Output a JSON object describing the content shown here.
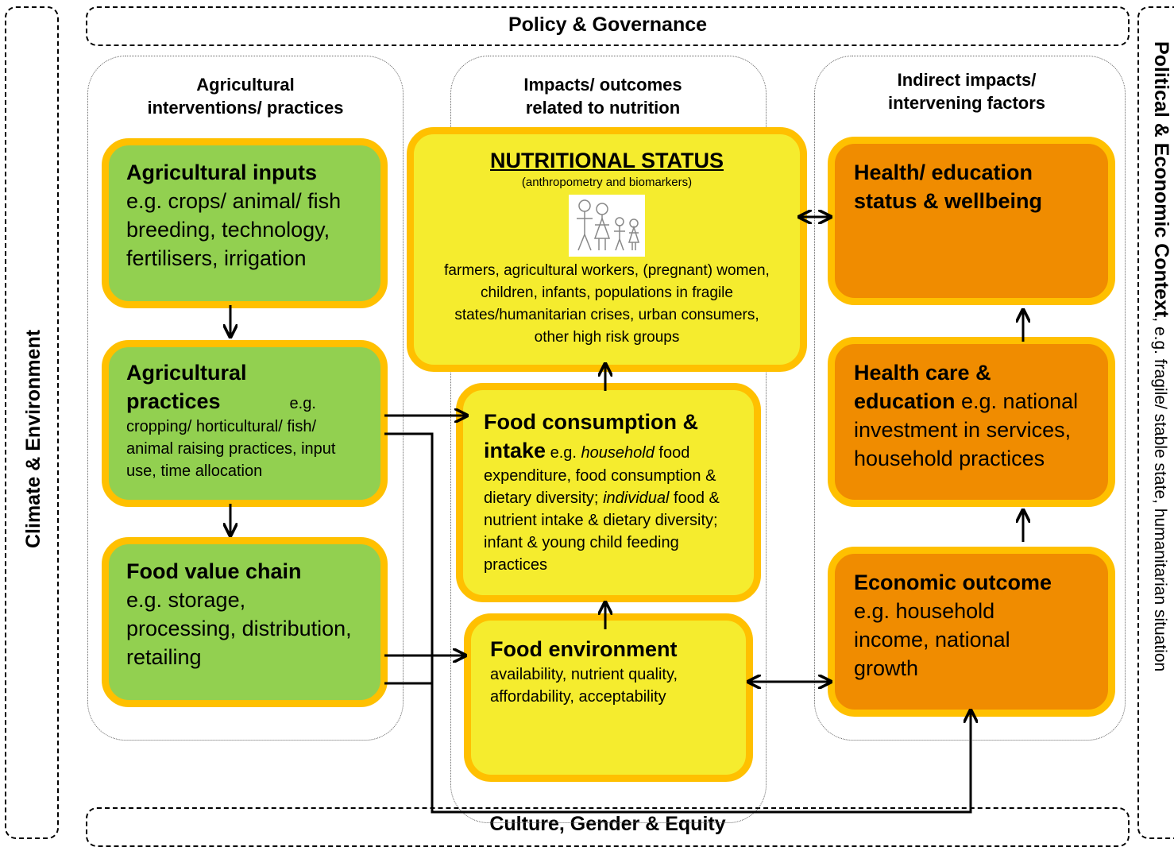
{
  "frames": {
    "top": "Policy & Governance",
    "bottom": "Culture, Gender & Equity",
    "left": "Climate & Environment",
    "right_bold": "Political & Economic Context",
    "right_rest": ", e.g. fragile/ stable state, humanitarian situation"
  },
  "columns": {
    "left": {
      "title_1": "Agricultural",
      "title_2": "interventions/ practices"
    },
    "middle": {
      "title_1": "Impacts/ outcomes",
      "title_2": "related to nutrition"
    },
    "right": {
      "title_1": "Indirect impacts/",
      "title_2": "intervening factors"
    }
  },
  "boxes": {
    "inputs": {
      "title": "Agricultural inputs",
      "body": "e.g. crops/ animal/ fish breeding, technology, fertilisers, irrigation"
    },
    "practices": {
      "title": "Agricultural practices",
      "body": " e.g. cropping/ horticultural/ fish/ animal raising practices, input use, time allocation"
    },
    "value_chain": {
      "title": "Food value chain",
      "body": "e.g. storage, processing, distribution, retailing"
    },
    "nutritional": {
      "title": "NUTRITIONAL STATUS",
      "subtitle": "(anthropometry and biomarkers)",
      "body": "farmers, agricultural workers, (pregnant) women, children, infants, populations in fragile states/humanitarian crises, urban consumers, other high risk groups"
    },
    "consumption": {
      "title": "Food consumption & intake",
      "body_1": " e.g. ",
      "body_2": "household",
      "body_3": " food expenditure, food consumption & dietary diversity; ",
      "body_4": "individual",
      "body_5": " food & nutrient intake & dietary diversity; infant & young child feeding practices"
    },
    "environment": {
      "title": "Food environment",
      "body": "availability, nutrient quality, affordability, acceptability"
    },
    "health_status": {
      "title": "Health/ education status & wellbeing"
    },
    "health_care": {
      "title": "Health care & education",
      "body": " e.g. national investment in services, household practices"
    },
    "economic": {
      "title": "Economic outcome",
      "body": "e.g. household income, national growth"
    }
  },
  "icons": {
    "family": "family-stick-figures-icon"
  },
  "colors": {
    "green": "#92d050",
    "yellow": "#f5ec2e",
    "orange": "#f08c00",
    "border": "#ffc000"
  }
}
